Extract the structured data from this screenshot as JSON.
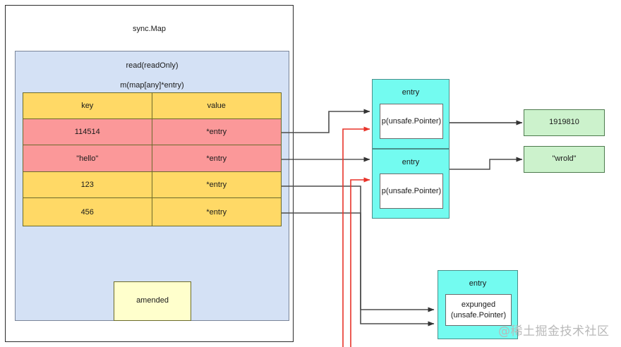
{
  "diagram": {
    "title": "sync.Map",
    "read_panel": {
      "label_primary": "read(readOnly)",
      "label_secondary": "m(map[any]*entry)",
      "amended_label": "amended"
    },
    "map_table": {
      "headers": [
        "key",
        "value"
      ],
      "rows": [
        {
          "key": "114514",
          "value": "*entry",
          "state": "pink"
        },
        {
          "key": "\"hello\"",
          "value": "*entry",
          "state": "pink"
        },
        {
          "key": "123",
          "value": "*entry",
          "state": "yellow"
        },
        {
          "key": "456",
          "value": "*entry",
          "state": "yellow"
        }
      ]
    },
    "entries": [
      {
        "title": "entry",
        "pointer": "p(unsafe.Pointer)"
      },
      {
        "title": "entry",
        "pointer": "p(unsafe.Pointer)"
      },
      {
        "title": "entry",
        "pointer": "expunged\n(unsafe.Pointer)",
        "pointer_line1": "expunged",
        "pointer_line2": "(unsafe.Pointer)"
      }
    ],
    "values": [
      {
        "label": "1919810"
      },
      {
        "label": "\"wrold\""
      }
    ],
    "watermark": "@稀土掘金技术社区",
    "colors": {
      "row_yellow": "#ffd966",
      "row_pink": "#fb9899",
      "read_panel": "#d4e1f5",
      "entry_cyan": "#73fbf0",
      "value_green": "#ccf2cc",
      "amended_yellow": "#ffffcc",
      "wire_black": "#4d4d4d",
      "wire_red": "#e8332a"
    }
  }
}
